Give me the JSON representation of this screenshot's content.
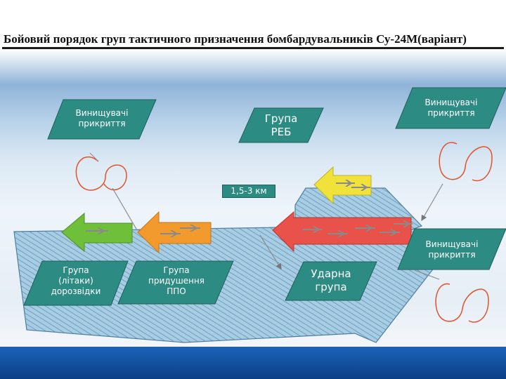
{
  "title": "Бойовий порядок груп тактичного призначення бомбардувальників Су-24М(варіант)",
  "distance": "1,5-3 км",
  "labels": {
    "fighters_left": "Винищувачі\nприкриття",
    "ew_group": "Група\nРЕБ",
    "fighters_top_right": "Винищувачі\nприкриття",
    "fighters_mid_right": "Винищувачі\nприкриття",
    "recon_group": "Група\n(літаки)\nдорозвідки",
    "sead_group": "Група\nпридушення\nППО",
    "strike_group": "Ударна\nгрупа"
  },
  "colors": {
    "panel": "#2c8c83",
    "ground": "#9cc4dc",
    "recon": "#6fbf3a",
    "sead": "#f29a2e",
    "ew": "#f0e23a",
    "strike": "#e8524a",
    "orbit": "#e0532c",
    "bar": "#1b63b8"
  }
}
